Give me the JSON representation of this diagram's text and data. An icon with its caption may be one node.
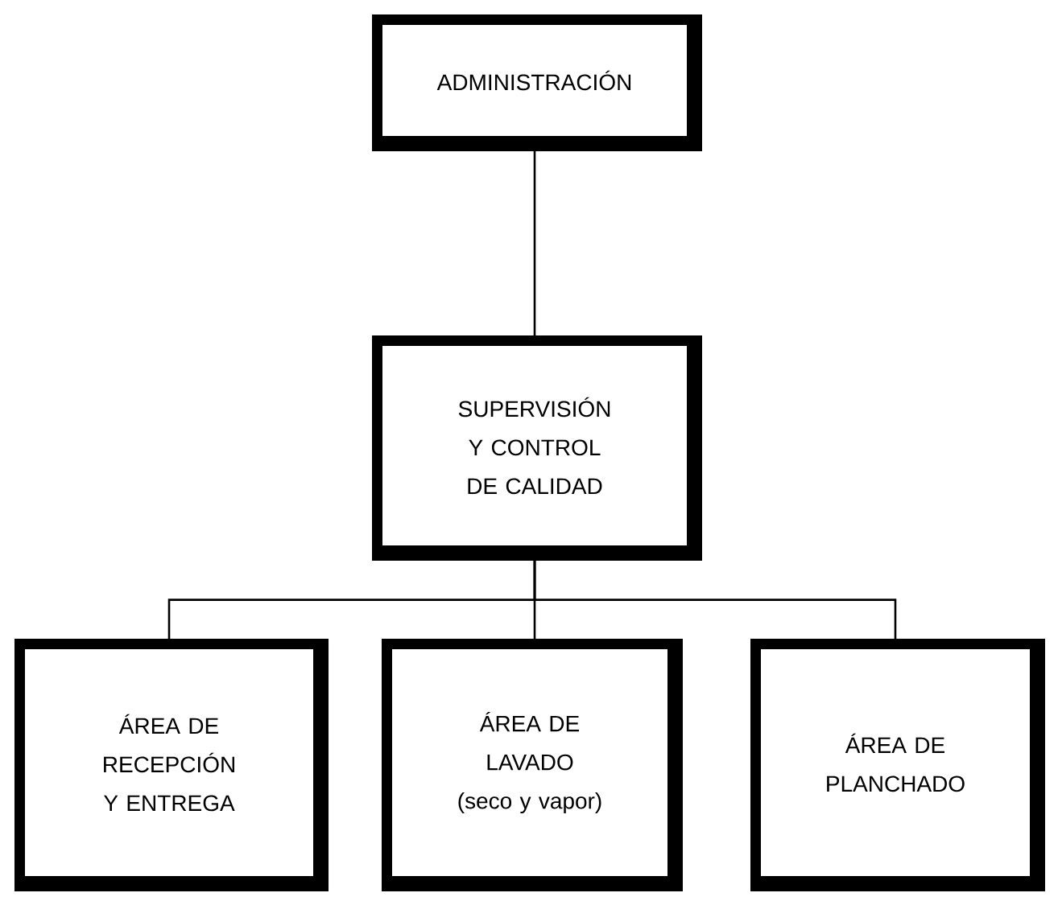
{
  "diagram": {
    "nodes": [
      {
        "text": [
          "ADMINISTRACIÓN"
        ]
      },
      {
        "text": [
          "SUPERVISIÓN Y CONTROL DE CALIDAD"
        ]
      },
      {
        "text": [
          "ÁREA DE RECEPCIÓN Y ENTREGA"
        ]
      },
      {
        "text": [
          "ÁREA DE LAVADO (seco y vapor)"
        ]
      },
      {
        "text": [
          "ÁREA DE PLANCHADO"
        ]
      }
    ],
    "edges": [
      {
        "from": 0,
        "to": 1,
        "arrow": "none"
      },
      {
        "from": 1,
        "to": 2,
        "arrow": "none"
      },
      {
        "from": 1,
        "to": 3,
        "arrow": "none"
      },
      {
        "from": 1,
        "to": 4,
        "arrow": "none"
      }
    ]
  }
}
